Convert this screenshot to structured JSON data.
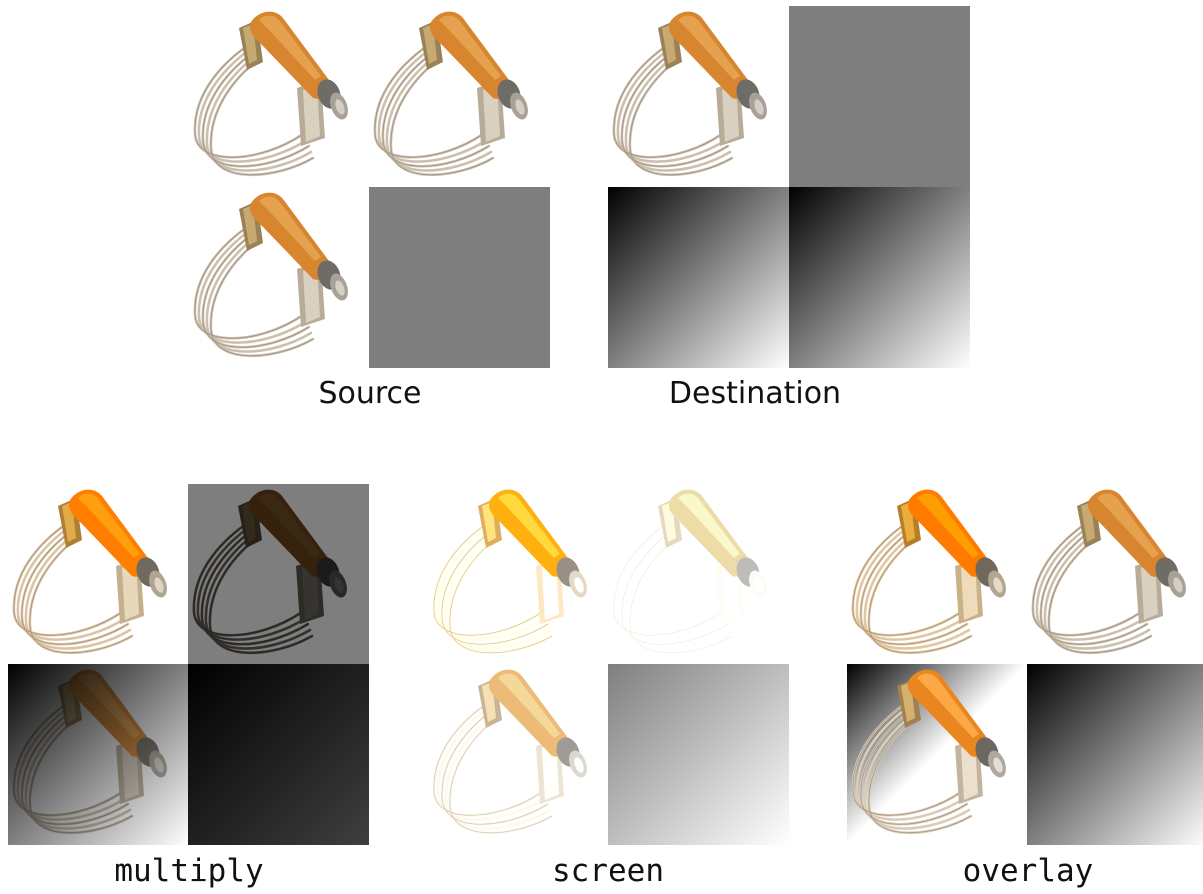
{
  "labels": {
    "source": "Source",
    "destination": "Destination",
    "multiply": "multiply",
    "screen": "screen",
    "overlay": "overlay"
  },
  "icons": {
    "cutter": "pastry-cutter-icon"
  },
  "colors": {
    "flat_gray": "#7e7e7e",
    "gradient_start": "#000000",
    "gradient_end": "#ffffff",
    "handle_orange": "#d8852f",
    "wire_silver": "#cfc6b8"
  }
}
